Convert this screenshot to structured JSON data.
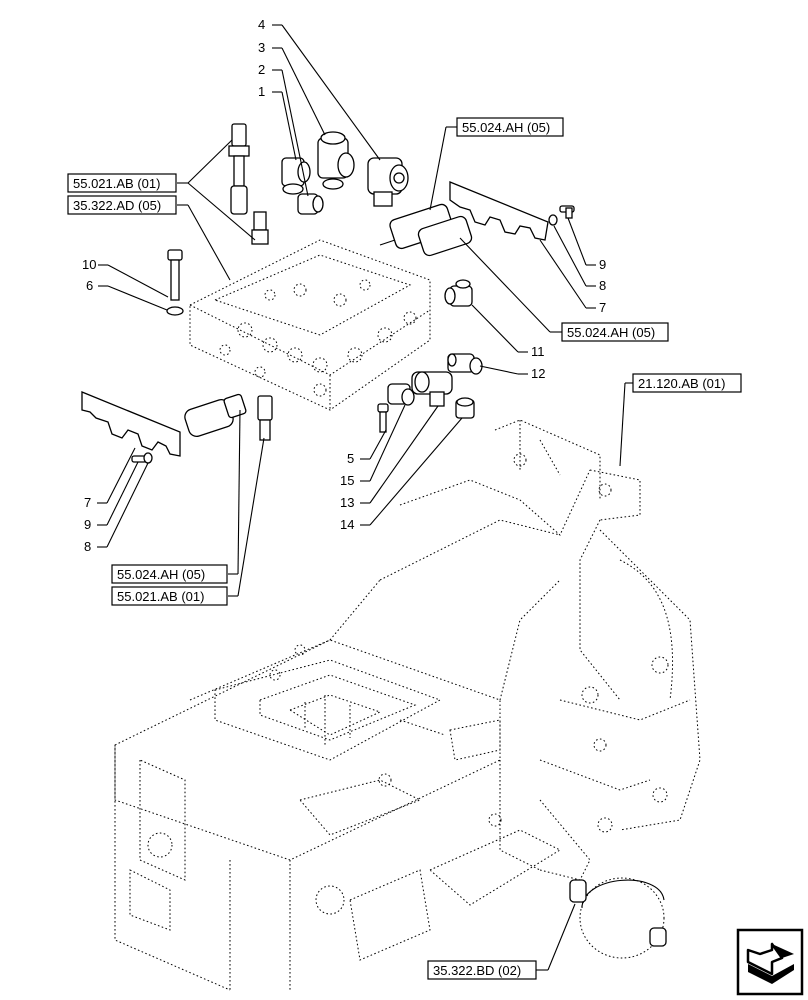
{
  "callouts": {
    "n1": "1",
    "n2": "2",
    "n3": "3",
    "n4": "4",
    "n5": "5",
    "n6": "6",
    "n7a": "7",
    "n7b": "7",
    "n8a": "8",
    "n8b": "8",
    "n9a": "9",
    "n9b": "9",
    "n10": "10",
    "n11": "11",
    "n12": "12",
    "n13": "13",
    "n14": "14",
    "n15": "15"
  },
  "references": {
    "r_55021_top": "55.021.AB (01)",
    "r_35322_ad": "35.322.AD (05)",
    "r_55024_top": "55.024.AH (05)",
    "r_55024_mid": "55.024.AH (05)",
    "r_21120": "21.120.AB (01)",
    "r_55024_low": "55.024.AH (05)",
    "r_55021_low": "55.021.AB (01)",
    "r_35322_bd": "35.322.BD (02)"
  },
  "icons": {
    "nav": "next-page-arrow-icon"
  }
}
